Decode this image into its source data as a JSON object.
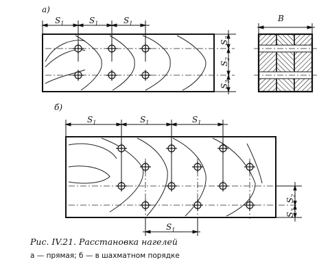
{
  "panels": {
    "a": {
      "label": "а)"
    },
    "b": {
      "label": "б)"
    }
  },
  "dimensions": {
    "s1": "S",
    "s1_sub": "1",
    "s2": "S",
    "s2_sub": "2",
    "s3": "S",
    "s3_sub": "3",
    "b": "B"
  },
  "caption": {
    "title": "Рис. IV.21. Расстановка нагелей",
    "legend": "а — прямая; б — в шахматном порядке"
  }
}
